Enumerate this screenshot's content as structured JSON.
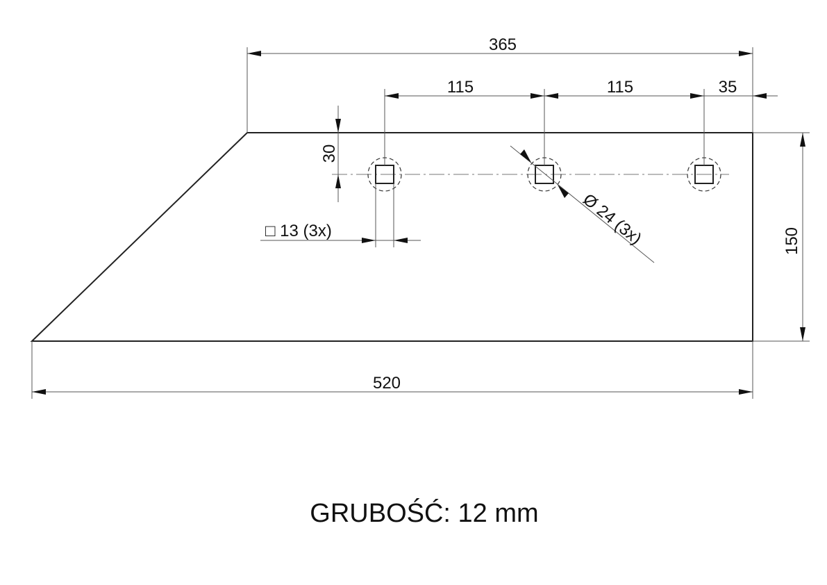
{
  "dimensions": {
    "top_length": "365",
    "hole_spacing_1": "115",
    "hole_spacing_2": "115",
    "edge_offset": "35",
    "hole_offset_from_top": "30",
    "height": "150",
    "bottom_length": "520",
    "square_hole": "□ 13 (3x)",
    "circle_diameter": "Ø 24 (3x)"
  },
  "thickness_label": "GRUBOŚĆ: 12 mm"
}
